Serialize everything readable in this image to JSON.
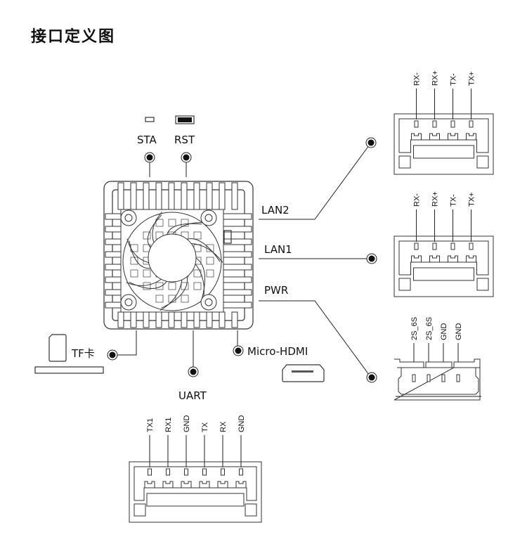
{
  "title": "接口定义图",
  "board": {
    "top_labels": {
      "sta": "STA",
      "rst": "RST"
    },
    "side_labels": {
      "lan2": "LAN2",
      "lan1": "LAN1",
      "pwr": "PWR"
    },
    "bottom_labels": {
      "tf": "TF卡",
      "micro_hdmi": "Micro-HDMI",
      "uart": "UART"
    }
  },
  "connectors": {
    "lan2": {
      "pins": [
        "RX-",
        "RX+",
        "TX-",
        "TX+"
      ]
    },
    "lan1": {
      "pins": [
        "RX-",
        "RX+",
        "TX-",
        "TX+"
      ]
    },
    "pwr": {
      "pins": [
        "2S_6S",
        "2S_6S",
        "GND",
        "GND"
      ]
    },
    "uart": {
      "pins": [
        "TX1",
        "RX1",
        "GND",
        "TX",
        "RX",
        "GND"
      ]
    }
  }
}
